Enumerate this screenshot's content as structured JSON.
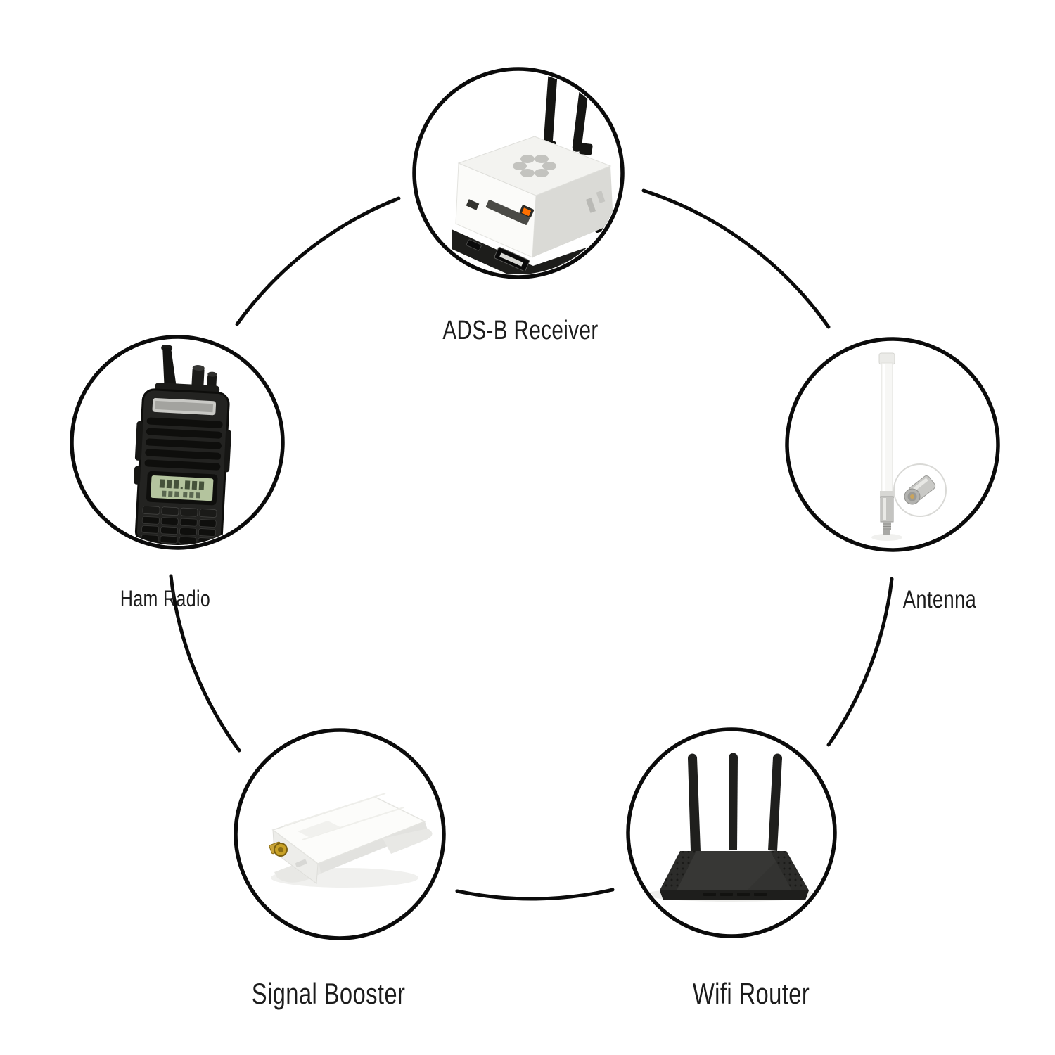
{
  "page": {
    "background": "#ffffff",
    "ring_color": "#0b0b0b",
    "label_color": "#1c1c1c"
  },
  "diagram": {
    "layout": "circular-ring-of-products",
    "nodes": [
      {
        "id": "ads-b-receiver",
        "label": "ADS-B Receiver",
        "position": "top",
        "icon": "ads-b-receiver-photo"
      },
      {
        "id": "ham-radio",
        "label": "Ham Radio",
        "position": "left",
        "icon": "ham-radio-photo"
      },
      {
        "id": "antenna",
        "label": "Antenna",
        "position": "right",
        "icon": "fiberglass-antenna-photo"
      },
      {
        "id": "signal-booster",
        "label": "Signal Booster",
        "position": "bottom-left",
        "icon": "signal-booster-photo"
      },
      {
        "id": "wifi-router",
        "label": "Wifi Router",
        "position": "bottom-right",
        "icon": "wifi-router-photo"
      }
    ],
    "accent_colors": {
      "led_orange": "#ff6f00",
      "lcd_green": "#b4c49e",
      "connector_gold": "#c9a227",
      "device_white": "#f4f4f1",
      "device_black": "#1f1f1d"
    }
  }
}
